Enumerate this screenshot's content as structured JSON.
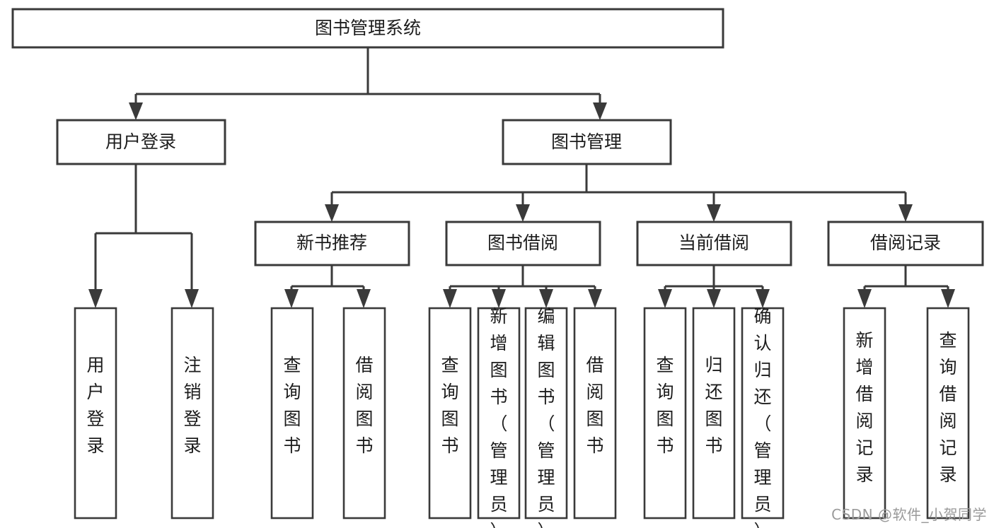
{
  "diagram": {
    "title": "图书管理系统",
    "type": "tree-hierarchy",
    "root": {
      "id": "root",
      "label": "图书管理系统"
    },
    "level2": [
      {
        "id": "user-login",
        "label": "用户登录"
      },
      {
        "id": "book-manage",
        "label": "图书管理"
      }
    ],
    "level3": [
      {
        "id": "new-book-recommend",
        "label": "新书推荐",
        "parent": "book-manage"
      },
      {
        "id": "book-borrow",
        "label": "图书借阅",
        "parent": "book-manage"
      },
      {
        "id": "current-borrow",
        "label": "当前借阅",
        "parent": "book-manage"
      },
      {
        "id": "borrow-record",
        "label": "借阅记录",
        "parent": "book-manage"
      }
    ],
    "leaves": [
      {
        "id": "leaf-user-login",
        "label": "用户登录",
        "parent": "user-login"
      },
      {
        "id": "leaf-logout-login",
        "label": "注销登录",
        "parent": "user-login"
      },
      {
        "id": "leaf-query-book-1",
        "label": "查询图书",
        "parent": "new-book-recommend"
      },
      {
        "id": "leaf-borrow-book-1",
        "label": "借阅图书",
        "parent": "new-book-recommend"
      },
      {
        "id": "leaf-query-book-2",
        "label": "查询图书",
        "parent": "book-borrow"
      },
      {
        "id": "leaf-add-book",
        "label": "新增图书（管理员）",
        "parent": "book-borrow"
      },
      {
        "id": "leaf-edit-book",
        "label": "编辑图书（管理员）",
        "parent": "book-borrow"
      },
      {
        "id": "leaf-borrow-book-2",
        "label": "借阅图书",
        "parent": "book-borrow"
      },
      {
        "id": "leaf-query-book-3",
        "label": "查询图书",
        "parent": "current-borrow"
      },
      {
        "id": "leaf-return-book",
        "label": "归还图书",
        "parent": "current-borrow"
      },
      {
        "id": "leaf-confirm-return",
        "label": "确认归还（管理员）",
        "parent": "current-borrow"
      },
      {
        "id": "leaf-add-record",
        "label": "新增借阅记录",
        "parent": "borrow-record"
      },
      {
        "id": "leaf-query-record",
        "label": "查询借阅记录",
        "parent": "borrow-record"
      }
    ],
    "colors": {
      "stroke": "#3a3a3a",
      "fill": "#ffffff",
      "text": "#1c1c1c",
      "watermark": "#9a9a9a"
    }
  },
  "watermark": {
    "text": "CSDN @软件_小贺同学"
  }
}
